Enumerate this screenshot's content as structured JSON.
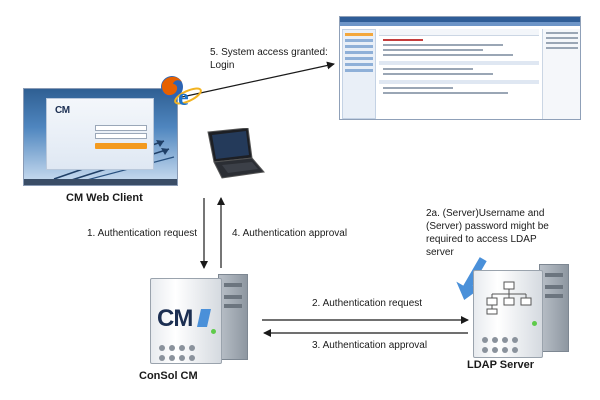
{
  "labels": {
    "cm_web_client": "CM Web Client",
    "consol_cm": "ConSol CM",
    "ldap_server": "LDAP Server"
  },
  "steps": {
    "step1": "1. Authentication request",
    "step2": "2. Authentication request",
    "step2a": "2a. (Server)Username and\n(Server) password might be\nrequired to access LDAP\nserver",
    "step3": "3. Authentication approval",
    "step4": "4. Authentication approval",
    "step5": "5. System access granted:\nLogin"
  },
  "logos": {
    "cm_logo_text": "CM",
    "cm_logo_small": "CM"
  },
  "colors": {
    "accent_blue": "#4a90d9",
    "login_button": "#f39a1f",
    "ie_blue": "#1e73c8",
    "firefox_orange": "#e66000"
  },
  "icons": {
    "browser": "internet-explorer-icon",
    "firefox": "firefox-icon",
    "laptop": "laptop-icon",
    "server": "server-icon",
    "network": "network-tree-icon"
  }
}
